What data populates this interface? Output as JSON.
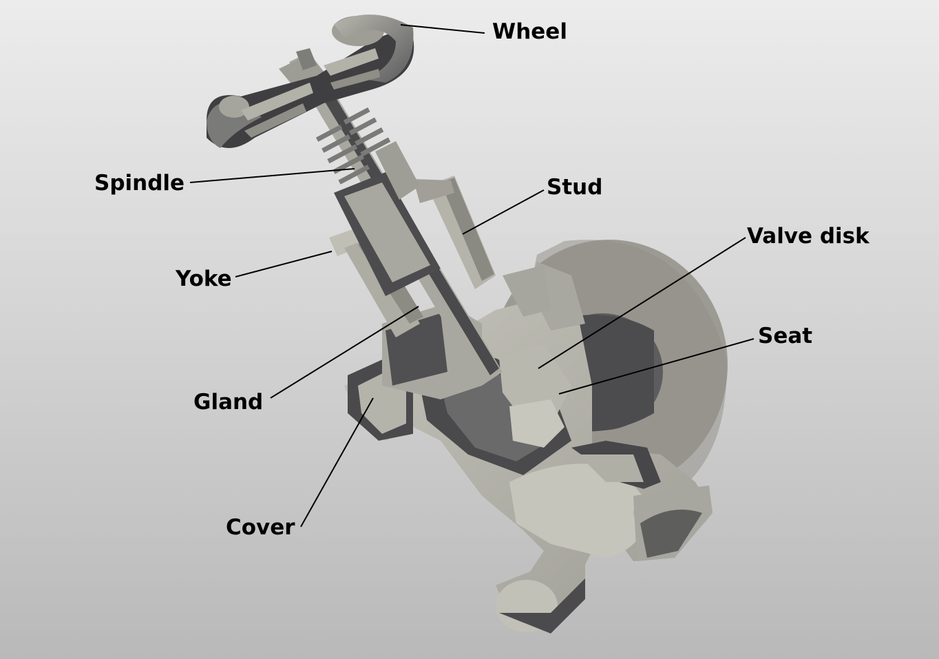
{
  "labels": {
    "wheel": "Wheel",
    "spindle": "Spindle",
    "stud": "Stud",
    "valve_disk": "Valve disk",
    "yoke": "Yoke",
    "seat": "Seat",
    "gland": "Gland",
    "cover": "Cover"
  },
  "colors": {
    "cut_face": "#a9a8a0",
    "shadow": "#4a4a4c",
    "body_light": "#bdbcb3",
    "flange_disc": "#9b9a92",
    "leader_line": "#000000"
  }
}
